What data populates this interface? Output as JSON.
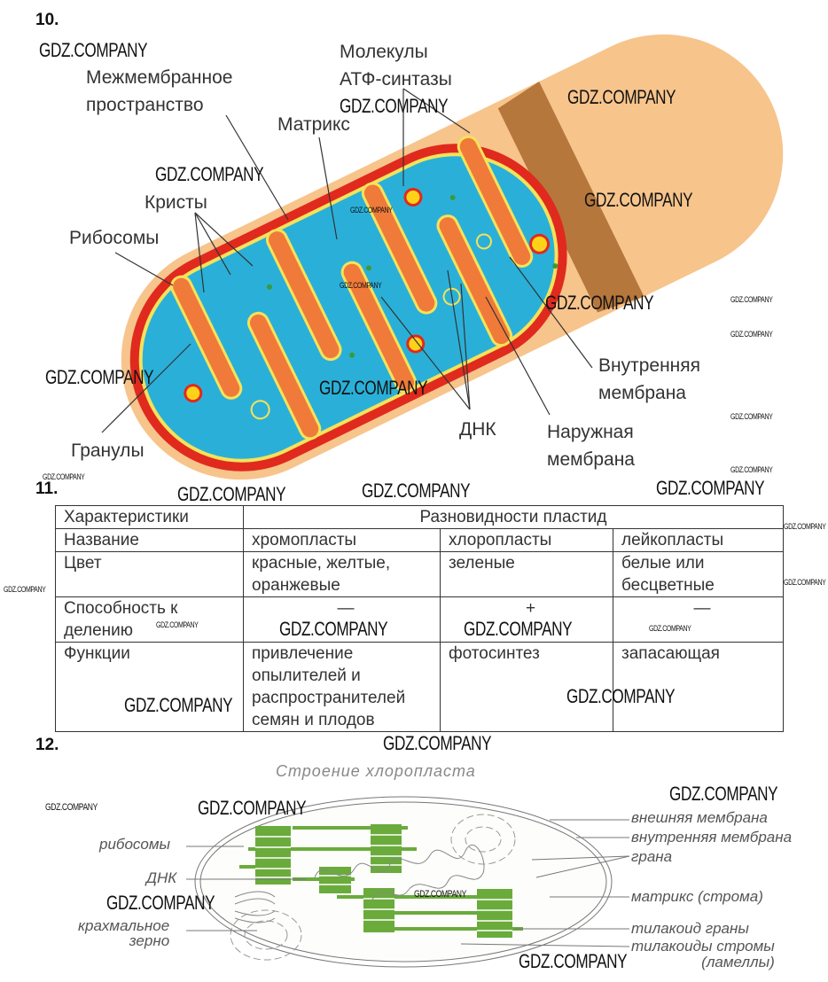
{
  "task10": {
    "number": "10.",
    "labels": {
      "atp_synthase": [
        "Молекулы",
        "АТФ-синтазы"
      ],
      "intermembrane": [
        "Межмембранное",
        "пространство"
      ],
      "matrix": "Матрикс",
      "cristae": "Кристы",
      "ribosomes": "Рибосомы",
      "inner_membrane": [
        "Внутренняя",
        "мембрана"
      ],
      "dna": "ДНК",
      "outer_membrane": [
        "Наружная",
        "мембрана"
      ],
      "granules": "Гранулы"
    }
  },
  "task11": {
    "number": "11.",
    "header": {
      "characteristics": "Характеристики",
      "types": "Разновидности пластид"
    },
    "rows": [
      {
        "label": "Название",
        "cells": [
          "хромопласты",
          "хлоропласты",
          "лейкопласты"
        ]
      },
      {
        "label": "Цвет",
        "cells": [
          "красные, желтые, оранжевые",
          "зеленые",
          "белые или бесцветные"
        ]
      },
      {
        "label": "Способность к делению",
        "cells": [
          "—",
          "+",
          "—"
        ]
      },
      {
        "label": "Функции",
        "cells": [
          "привлечение опылителей и распространителей семян и плодов",
          "фотосинтез",
          "запасающая"
        ]
      }
    ]
  },
  "task12": {
    "number": "12.",
    "title": "Строение хлоропласта",
    "labels": {
      "ribosomes": "рибосомы",
      "dna": "ДНК",
      "starch": [
        "крахмальное",
        "зерно"
      ],
      "outer_membrane": "внешняя мембрана",
      "inner_membrane": "внутренняя мембрана",
      "grana": "грана",
      "stroma": "матрикс (строма)",
      "granum_thylakoid": "тилакоид граны",
      "stroma_thylakoids": [
        "тилакоиды стромы",
        "(ламеллы)"
      ]
    }
  },
  "watermark": "GDZ.COMPANY",
  "colors": {
    "orange": "#f7c48c",
    "red": "#e02a1e",
    "blue": "#2ab0d8",
    "yellow": "#f5e25a",
    "green": "#6aab3c"
  }
}
